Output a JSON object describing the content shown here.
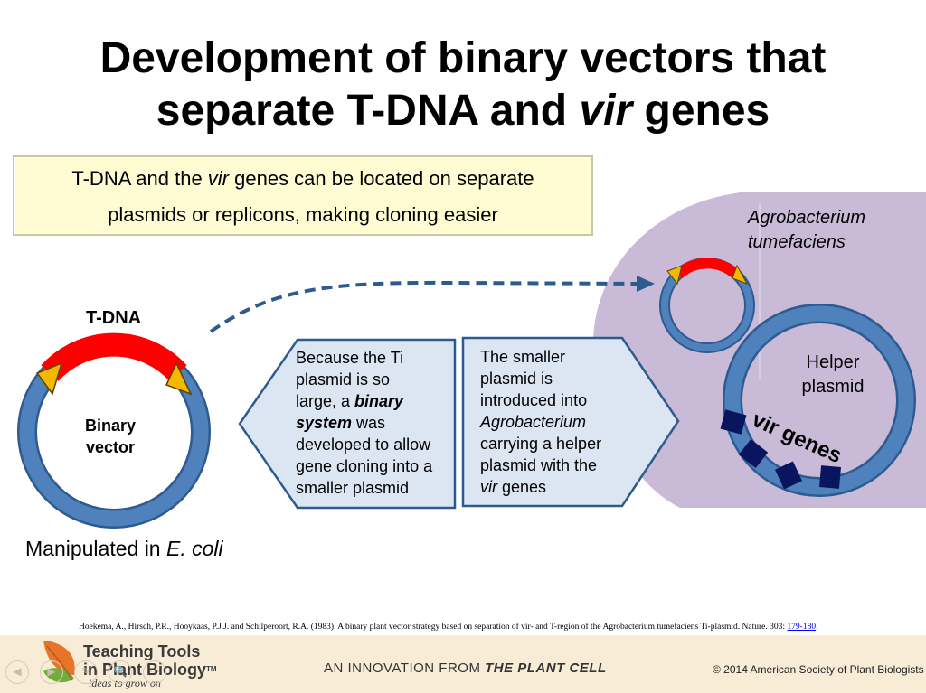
{
  "slide": {
    "title_line1": "Development of binary vectors that",
    "title_line2_pre": "separate T-DNA and ",
    "title_line2_italic": "vir",
    "title_line2_post": " genes"
  },
  "callout": {
    "part1": "T-DNA and the ",
    "part1_italic": "vir",
    "part2": " genes can be located on separate",
    "line2": "plasmids or replicons, making cloning easier"
  },
  "diagram": {
    "tdna_label": "T-DNA",
    "binary_vector_line1": "Binary",
    "binary_vector_line2": "vector",
    "caption_pre": "Manipulated in ",
    "caption_italic": "E. coli",
    "agro_line1": "Agrobacterium",
    "agro_line2": "tumefaciens",
    "helper_line1": "Helper",
    "helper_line2": "plasmid",
    "vir_genes_label": "vir genes",
    "left_box": {
      "t1": "Because the Ti",
      "t2": "plasmid is so",
      "t3": "large, a ",
      "t3_bold": "binary",
      "t4_bold": "system",
      "t4": " was",
      "t5": "developed to allow",
      "t6": "gene cloning into a",
      "t7": "smaller plasmid"
    },
    "right_box": {
      "t1": "The smaller",
      "t2": "plasmid is",
      "t3": "introduced into",
      "t4_italic": "Agrobacterium",
      "t5": "carrying a helper",
      "t6": "plasmid with the",
      "t7_italic": "vir",
      "t7": " genes"
    },
    "colors": {
      "plasmid_ring": "#4f81bd",
      "plasmid_outline": "#2e5b8f",
      "tdna": "#ff0000",
      "border_triangle": "#f5b800",
      "cell": "#c9bad7",
      "box_fill": "#dce6f2",
      "box_border": "#2e5b8f",
      "vir_segment": "#0a1560",
      "arrow": "#2e5b8f"
    }
  },
  "reference": {
    "text": "Hoekema, A., Hirsch, P.R., Hooykaas, P.J.J. and Schilperoort, R.A. (1983). A binary plant vector strategy based on separation of vir- and T-region of the Agrobacterium tumefaciens Ti-plasmid. Nature. 303: ",
    "link": "179-180",
    "end": "."
  },
  "footer": {
    "brand_line1": "Teaching Tools",
    "brand_line2": "in Plant Biology",
    "trademark": "TM",
    "tagline": "ideas to grow on",
    "innovation_pre": "AN INNOVATION FROM ",
    "innovation_bold": "THE PLANT CELL",
    "copyright": "©  2014 American Society of Plant Biologists",
    "nav": [
      "◀",
      "▶",
      "✎",
      "🔍",
      "⋯"
    ]
  }
}
